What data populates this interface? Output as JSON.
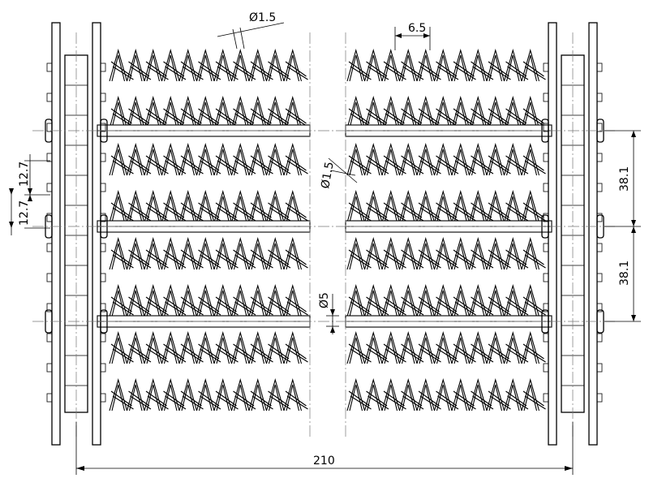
{
  "title": "",
  "dimensions": {
    "wire_diameter_top": "Ø1.5",
    "pitch_top": "6.5",
    "wire_diameter_middle": "Ø1.5",
    "rod_diameter": "Ø5",
    "chain_pitch_upper": "12.7",
    "chain_pitch_lower": "12.7",
    "rod_spacing_upper": "38.1",
    "rod_spacing_lower": "38.1",
    "overall_width": "210"
  },
  "colors": {
    "line": "#000000",
    "centerline": "#777777",
    "background": "#ffffff"
  }
}
